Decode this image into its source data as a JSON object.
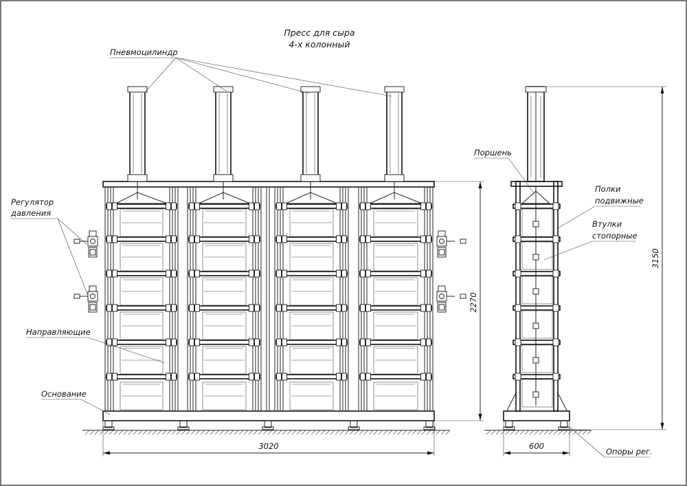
{
  "title": {
    "line1": "Пресс для сыра",
    "line2": "4-х колонный"
  },
  "labels": {
    "cylinder": "Пневмоцилиндр",
    "regulator_line1": "Регулятор",
    "regulator_line2": "давления",
    "guides": "Направляющие",
    "base": "Основание",
    "piston": "Поршень",
    "shelves_line1": "Полки",
    "shelves_line2": "подвижные",
    "bushings_line1": "Втулки",
    "bushings_line2": "стопорные",
    "feet": "Опоры рег."
  },
  "dimensions": {
    "total_width": "3020",
    "frame_height": "2270",
    "side_width": "600",
    "total_height": "3150"
  }
}
